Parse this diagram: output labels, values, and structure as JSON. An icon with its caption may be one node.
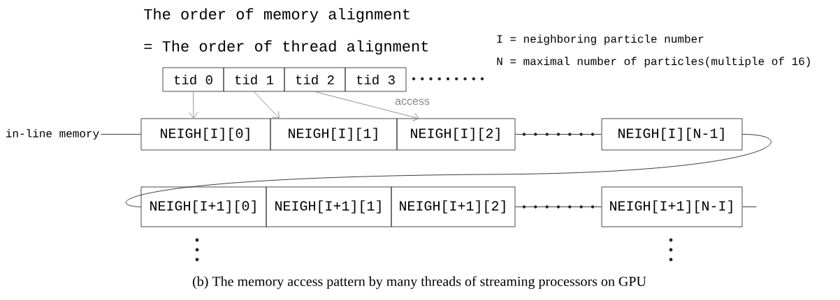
{
  "diagram": {
    "caption": "(b) The memory access pattern by many threads of streaming processors on GPU",
    "nodes": [
      {
        "text": [
          "tid 0"
        ]
      },
      {
        "text": [
          "tid 1"
        ]
      },
      {
        "text": [
          "tid 2"
        ]
      },
      {
        "text": [
          "tid 3"
        ]
      },
      {
        "text": [
          "NEIGH[I][0]"
        ]
      },
      {
        "text": [
          "NEIGH[I][1]"
        ]
      },
      {
        "text": [
          "NEIGH[I][2]"
        ]
      },
      {
        "text": [
          "NEIGH[I][N-1]"
        ]
      },
      {
        "text": [
          "NEIGH[I+1][0]"
        ]
      },
      {
        "text": [
          "NEIGH[I+1][1]"
        ]
      },
      {
        "text": [
          "NEIGH[I+1][2]"
        ]
      },
      {
        "text": [
          "NEIGH[I+1][N-I]"
        ]
      },
      {
        "text": [
          "in-line memory"
        ]
      }
    ],
    "edges": [
      {
        "from": 0,
        "to": 4,
        "arrow": "to",
        "color": "#888888"
      },
      {
        "from": 1,
        "to": 5,
        "arrow": "to",
        "color": "#888888"
      },
      {
        "from": 2,
        "to": 6,
        "arrow": "to",
        "color": "#888888",
        "label": "access"
      },
      {
        "from": 6,
        "to": 7,
        "arrow": "none"
      },
      {
        "from": 7,
        "to": 8,
        "arrow": "none"
      },
      {
        "from": 10,
        "to": 11,
        "arrow": "none"
      },
      {
        "from": 11,
        "to": null,
        "arrow": "none"
      },
      {
        "from": 12,
        "to": 4,
        "arrow": "none"
      }
    ],
    "labels": [
      "The order of memory alignment",
      "= The order of thread alignment",
      "I = neighboring particle number",
      "N = maximal number of particles(multiple of 16)"
    ]
  }
}
